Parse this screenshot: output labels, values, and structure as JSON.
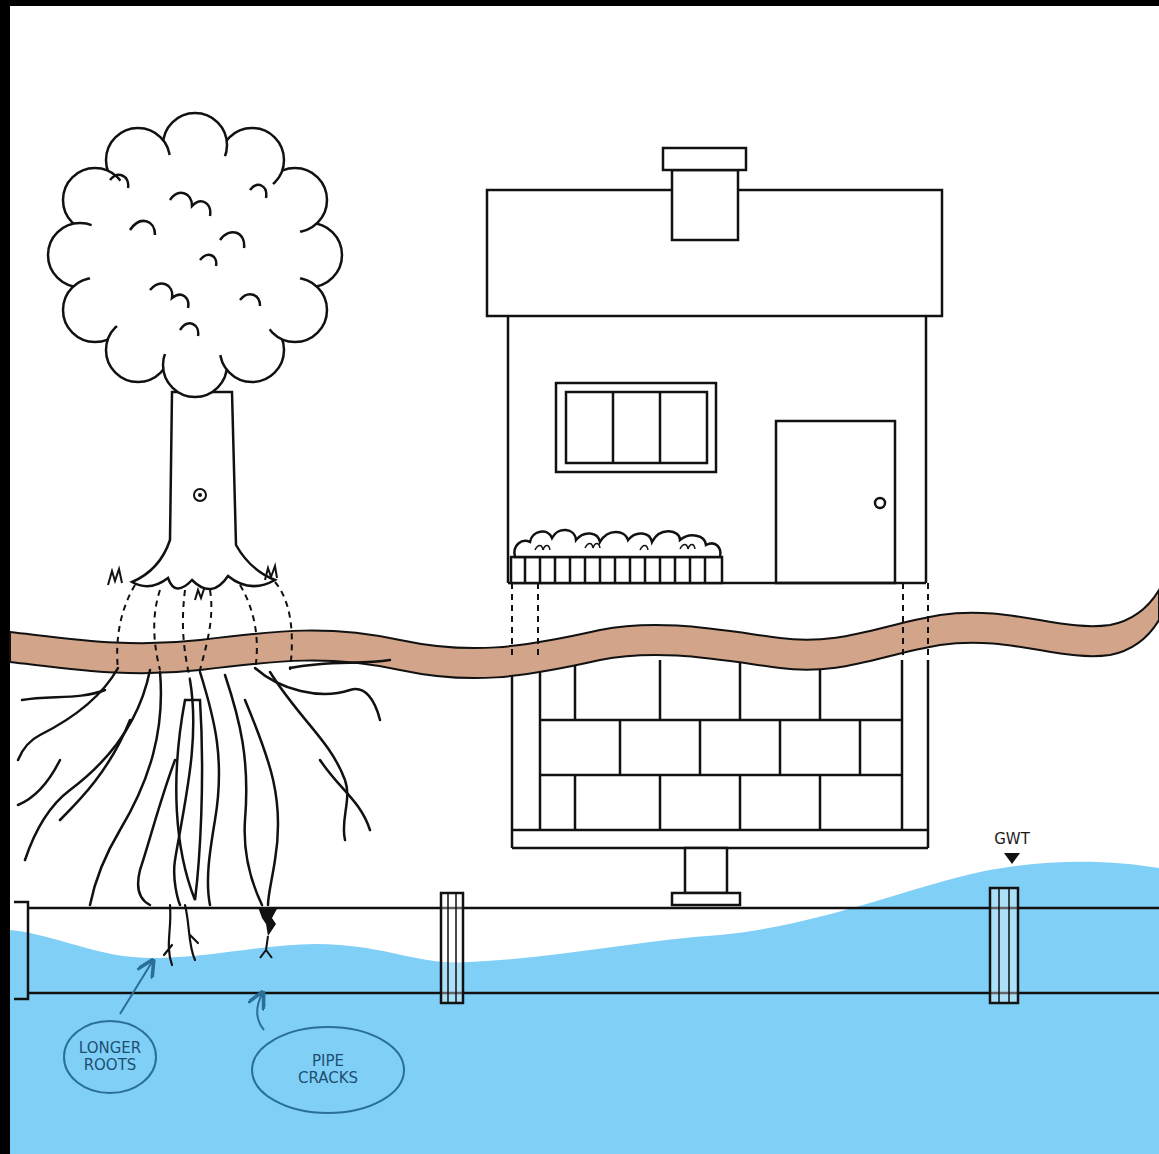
{
  "diagram": {
    "nodes": [
      {
        "text": [
          "LONGER ROOTS"
        ]
      },
      {
        "text": [
          "PIPE CRACKS"
        ]
      }
    ],
    "labels": [
      "GWT"
    ]
  }
}
